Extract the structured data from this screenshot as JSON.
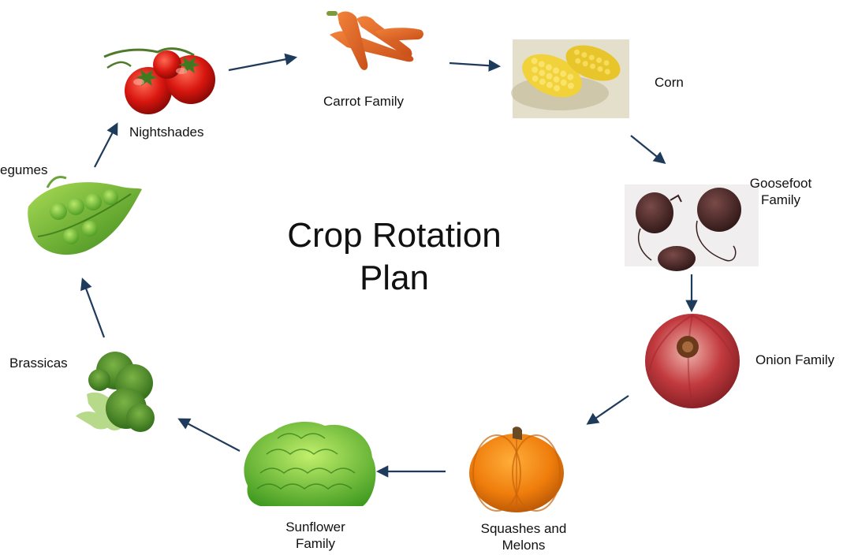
{
  "title": {
    "line1": "Crop Rotation",
    "line2": "Plan"
  },
  "steps": [
    {
      "id": "nightshades",
      "label_lines": [
        "Nightshades"
      ],
      "icon": "tomato-icon"
    },
    {
      "id": "carrot-family",
      "label_lines": [
        "Carrot Family"
      ],
      "icon": "carrot-icon"
    },
    {
      "id": "corn",
      "label_lines": [
        "Corn"
      ],
      "icon": "corn-icon"
    },
    {
      "id": "goosefoot-family",
      "label_lines": [
        "Goosefoot",
        "Family"
      ],
      "icon": "beet-icon"
    },
    {
      "id": "onion-family",
      "label_lines": [
        "Onion Family"
      ],
      "icon": "onion-icon"
    },
    {
      "id": "squashes-and-melons",
      "label_lines": [
        "Squashes and",
        "Melons"
      ],
      "icon": "pumpkin-icon"
    },
    {
      "id": "sunflower-family",
      "label_lines": [
        "Sunflower",
        "Family"
      ],
      "icon": "lettuce-icon"
    },
    {
      "id": "brassicas",
      "label_lines": [
        "Brassicas"
      ],
      "icon": "broccoli-icon"
    },
    {
      "id": "legumes",
      "label_lines": [
        "egumes"
      ],
      "icon": "pea-pod-icon"
    }
  ],
  "colors": {
    "arrow": "#1f3b5c",
    "text": "#111111"
  }
}
